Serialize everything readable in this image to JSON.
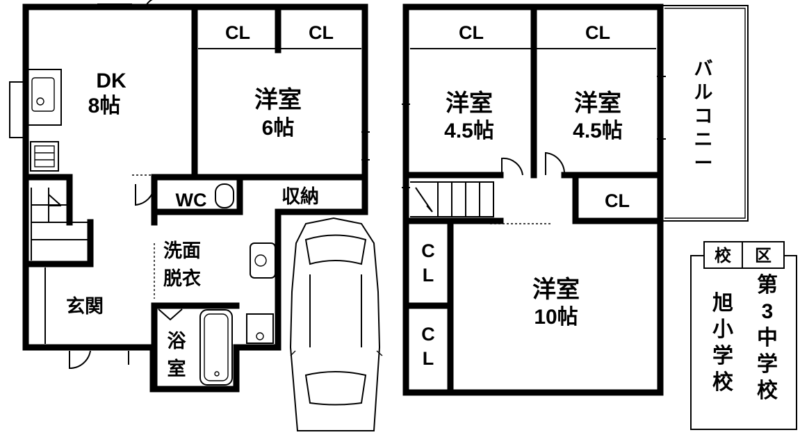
{
  "floor1": {
    "dk": {
      "name": "DK",
      "size": "8帖"
    },
    "western6": {
      "name": "洋室",
      "size": "6帖"
    },
    "closet_a": "CL",
    "closet_b": "CL",
    "wc": "WC",
    "storage": "収納",
    "washroom": {
      "line1": "洗面",
      "line2": "脱衣"
    },
    "entrance": "玄関",
    "bath": {
      "line1": "浴",
      "line2": "室"
    }
  },
  "floor2": {
    "western45a": {
      "name": "洋室",
      "size": "4.5帖"
    },
    "western45b": {
      "name": "洋室",
      "size": "4.5帖"
    },
    "closet_a": "CL",
    "closet_b": "CL",
    "closet_c": "CL",
    "closet_left_top": {
      "line1": "C",
      "line2": "L"
    },
    "closet_left_bottom": {
      "line1": "C",
      "line2": "L"
    },
    "western10": {
      "name": "洋室",
      "size": "10帖"
    },
    "balcony": [
      "バ",
      "ル",
      "コ",
      "ニ",
      "ー"
    ]
  },
  "school_district": {
    "header": [
      "校",
      "区"
    ],
    "elementary": [
      "旭",
      "小",
      "学",
      "校"
    ],
    "junior_high": [
      "第",
      "3",
      "中",
      "学",
      "校"
    ]
  }
}
